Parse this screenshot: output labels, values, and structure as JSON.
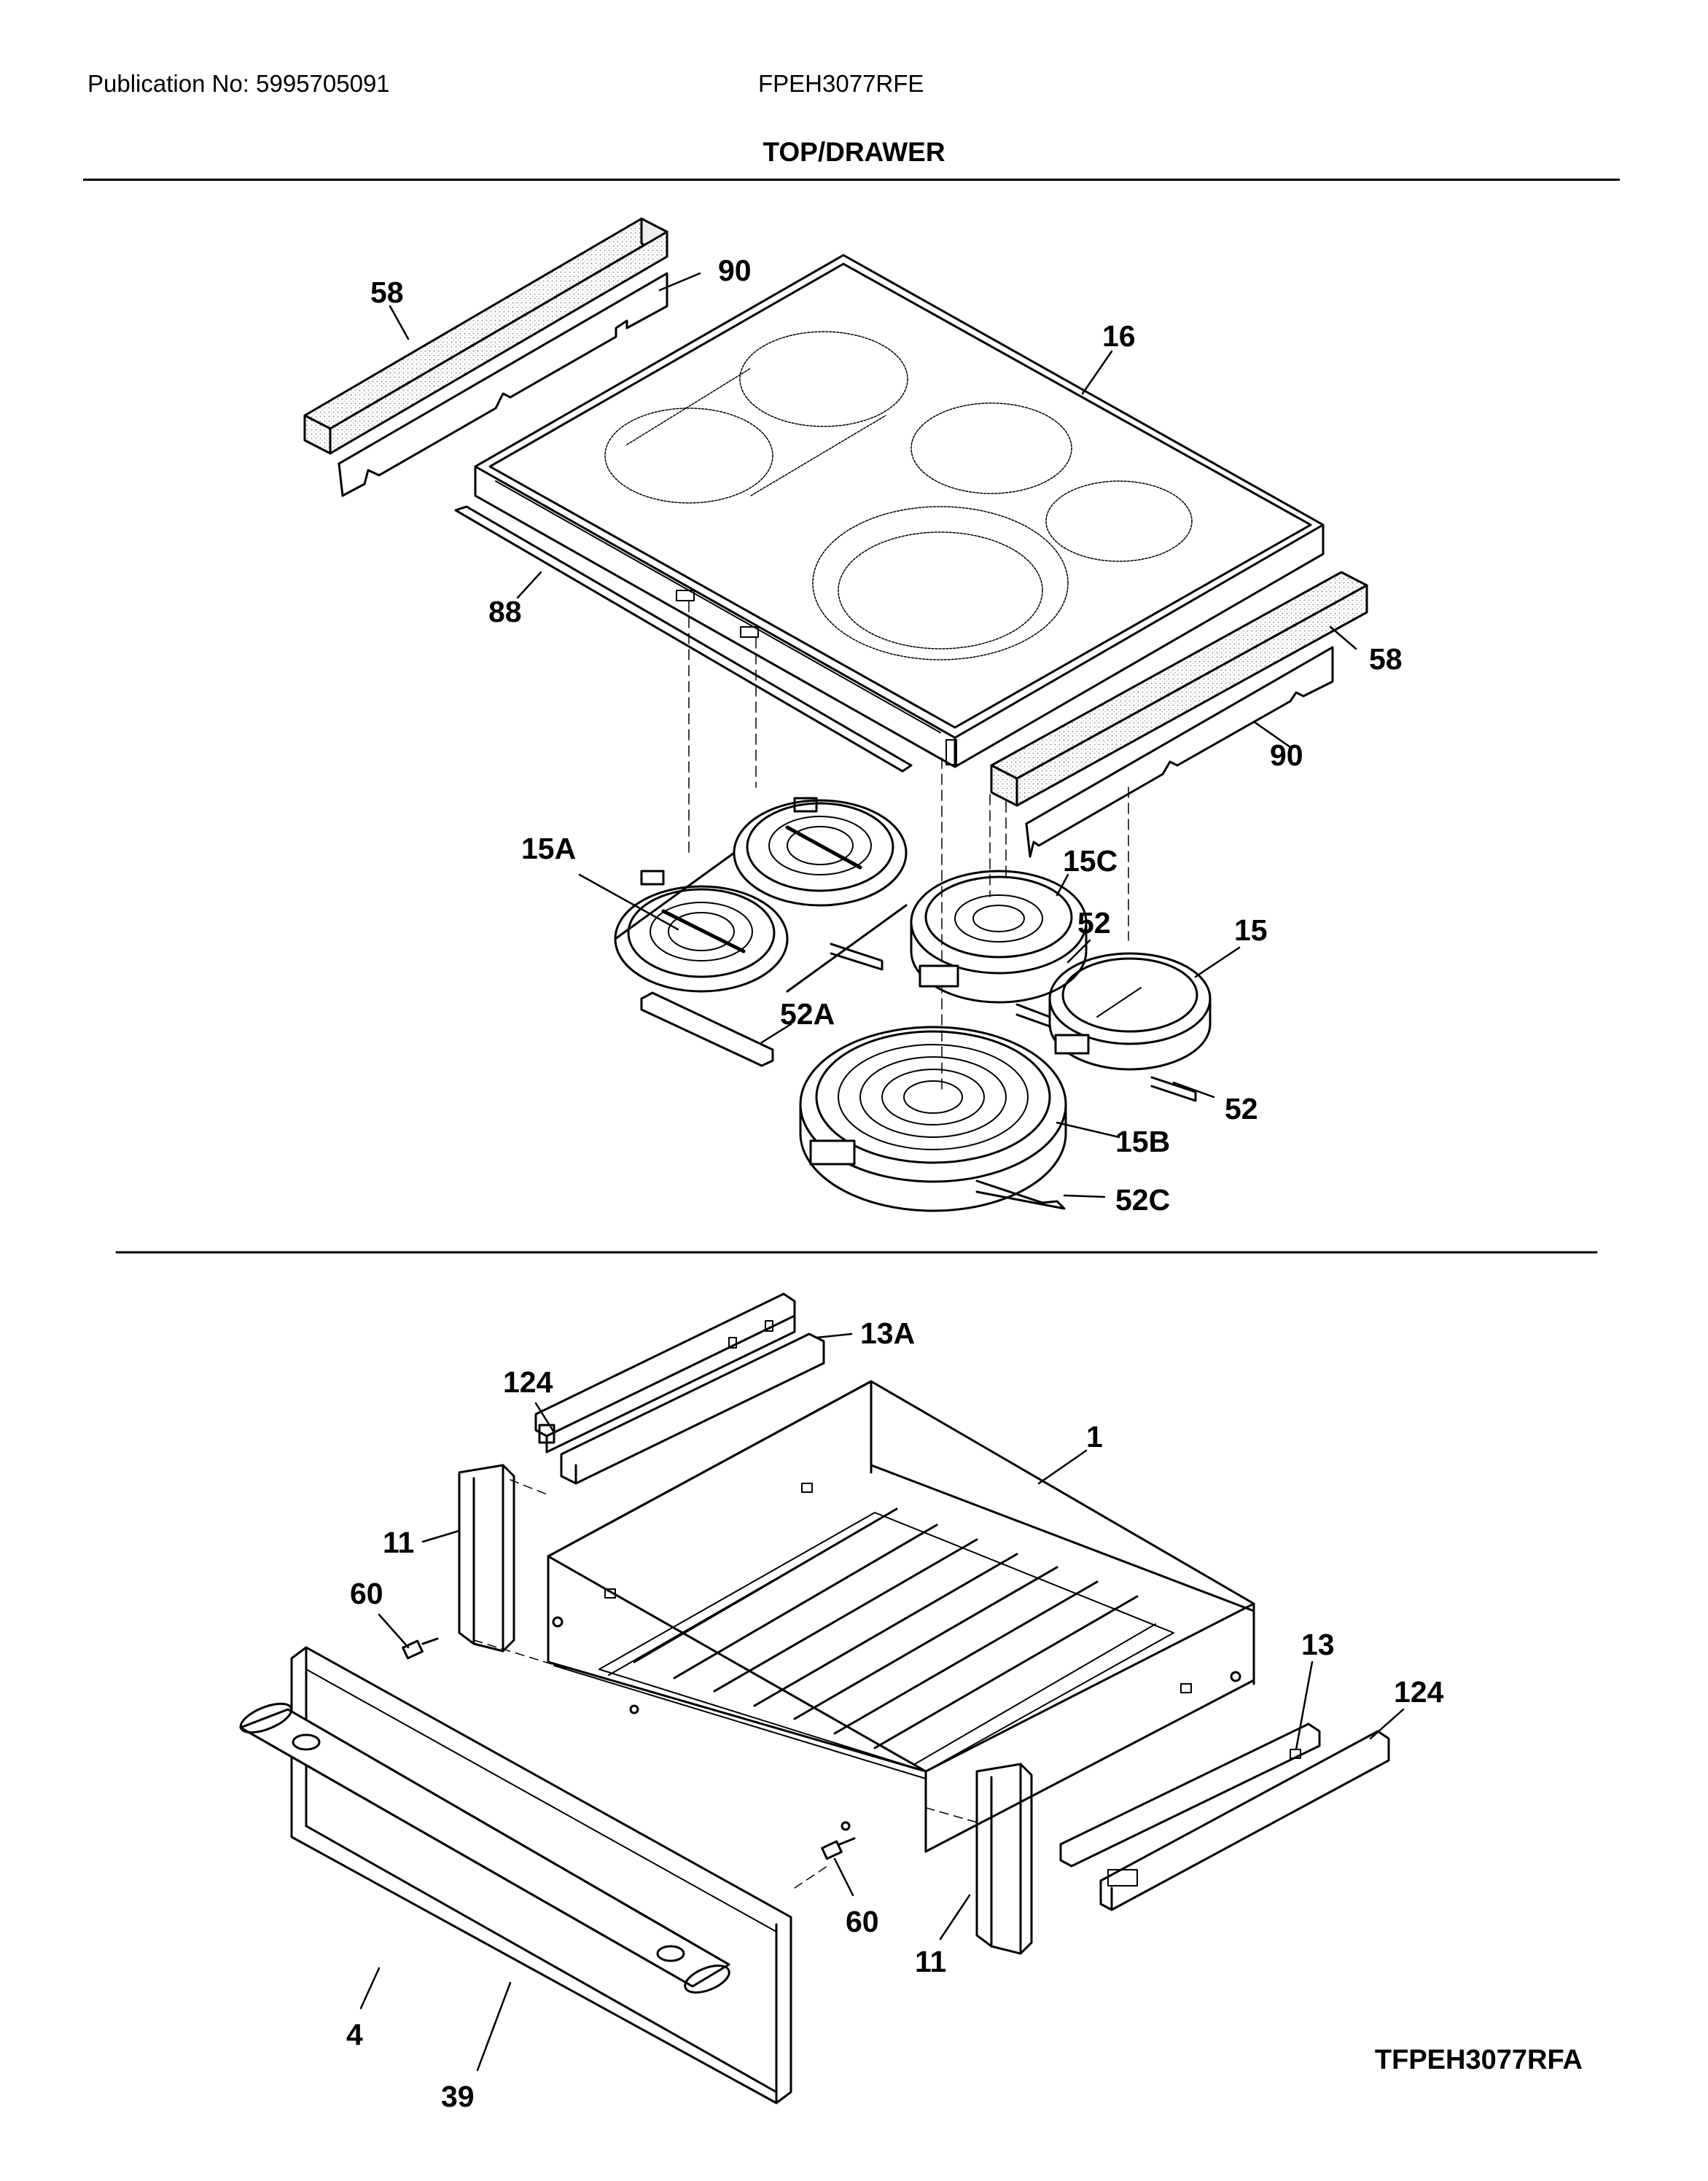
{
  "header": {
    "publication": "Publication No: 5995705091",
    "model": "FPEH3077RFE",
    "section_title": "TOP/DRAWER"
  },
  "top_labels": {
    "l58a": "58",
    "l90a": "90",
    "l16": "16",
    "l88": "88",
    "l58b": "58",
    "l90b": "90",
    "l15a": "15A",
    "l15c": "15C",
    "l52a": "52",
    "l15": "15",
    "l52aa": "52A",
    "l52b": "52",
    "l15b": "15B",
    "l52c": "52C"
  },
  "drawer_labels": {
    "l13a": "13A",
    "l124a": "124",
    "l1": "1",
    "l11a": "11",
    "l60a": "60",
    "l13": "13",
    "l124b": "124",
    "l4": "4",
    "l39": "39",
    "l60b": "60",
    "l11b": "11"
  },
  "footer": {
    "figure_code": "TFPEH3077RFA"
  }
}
